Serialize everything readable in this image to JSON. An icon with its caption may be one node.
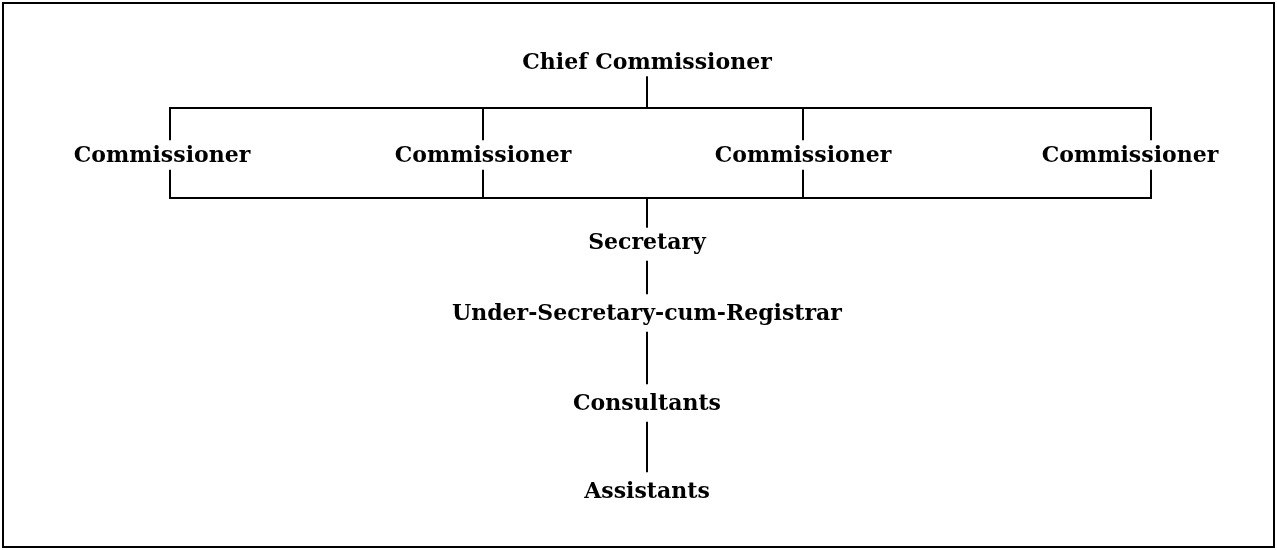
{
  "diagram": {
    "nodes": [
      {
        "text": [
          "Chief Commissioner"
        ]
      },
      {
        "text": [
          "Commissioner"
        ]
      },
      {
        "text": [
          "Commissioner"
        ]
      },
      {
        "text": [
          "Commissioner"
        ]
      },
      {
        "text": [
          "Commissioner"
        ]
      },
      {
        "text": [
          "Secretary"
        ]
      },
      {
        "text": [
          "Under-Secretary-cum-Registrar"
        ]
      },
      {
        "text": [
          "Consultants"
        ]
      },
      {
        "text": [
          "Assistants"
        ]
      }
    ],
    "edges": [
      {
        "from": 0,
        "to": 1,
        "arrow": "none"
      },
      {
        "from": 0,
        "to": 2,
        "arrow": "none"
      },
      {
        "from": 0,
        "to": 3,
        "arrow": "none"
      },
      {
        "from": 0,
        "to": 4,
        "arrow": "none"
      },
      {
        "from": 1,
        "to": 5,
        "arrow": "none"
      },
      {
        "from": 2,
        "to": 5,
        "arrow": "none"
      },
      {
        "from": 3,
        "to": 5,
        "arrow": "none"
      },
      {
        "from": 4,
        "to": 5,
        "arrow": "none"
      },
      {
        "from": 5,
        "to": 6,
        "arrow": "none"
      },
      {
        "from": 6,
        "to": 7,
        "arrow": "none"
      },
      {
        "from": 7,
        "to": 8,
        "arrow": "none"
      }
    ]
  }
}
